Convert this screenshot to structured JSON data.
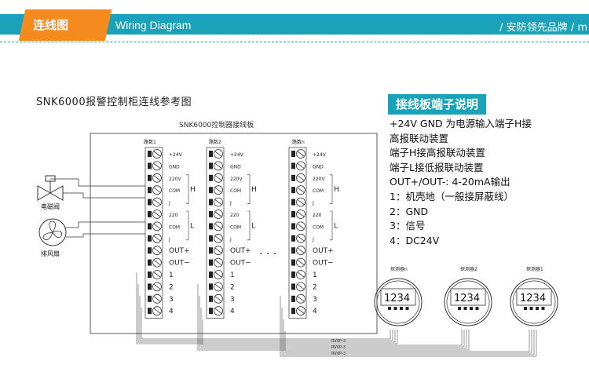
{
  "header": {
    "tab_label": "连线图",
    "subtitle": "Wiring Diagram",
    "right_text": "/ 安防领先品牌 / m"
  },
  "diagram": {
    "title": "SNK6000报警控制柜连线参考图",
    "board_label": "SNK6000控制器接线板",
    "loops": [
      {
        "label": "路数1"
      },
      {
        "label": "路数2"
      },
      {
        "label": "路数n"
      }
    ],
    "terminals": [
      "+24V",
      "GND",
      "220V",
      "COM",
      "J",
      "220",
      "COM",
      "J",
      "OUT+",
      "OUT−",
      "1",
      "2",
      "3",
      "4"
    ],
    "group_h": "H",
    "group_l": "L",
    "ellipsis": "· · ·",
    "devices": [
      {
        "label": "电磁阀"
      },
      {
        "label": "排风扇"
      }
    ],
    "detectors": [
      {
        "label": "探测器n",
        "pins": "1234"
      },
      {
        "label": "探测器2",
        "pins": "1234"
      },
      {
        "label": "探测器1",
        "pins": "1234"
      }
    ],
    "cable_labels": [
      "RVVP-3",
      "RVVP-3",
      "RVVP-3"
    ]
  },
  "legend": {
    "title": "接线板端子说明",
    "lines": [
      "+24V  GND  为电源输入端子H接",
      "高报联动装置",
      "端子H接高报联动装置",
      "端子L接低报联动装置",
      "OUT+/OUT-:  4-20mA输出",
      "1：机壳地（一般接屏蔽线）",
      "2：GND",
      "3：信号",
      "4：DC24V"
    ]
  },
  "colors": {
    "banner": "#1aa3b8",
    "tab": "#f58a1f",
    "line": "#333333"
  }
}
